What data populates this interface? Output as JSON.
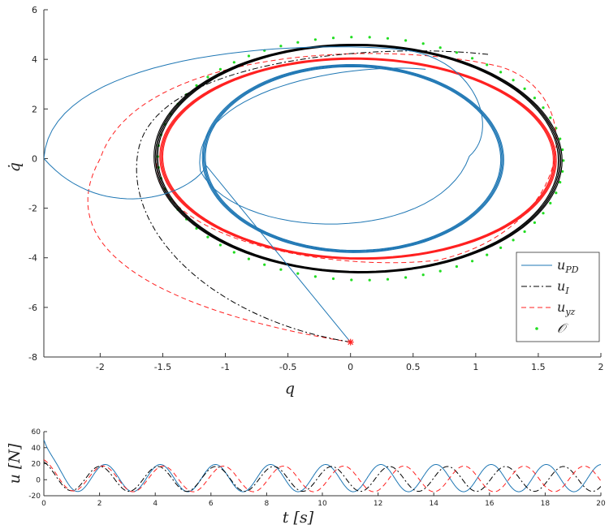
{
  "chart_data": [
    {
      "type": "line",
      "xlabel": "q",
      "ylabel": "q̇",
      "xlim": [
        -2.45,
        2.0
      ],
      "ylim": [
        -8,
        6
      ],
      "xticks": [
        -2,
        -1.5,
        -1,
        -0.5,
        0,
        0.5,
        1,
        1.5,
        2
      ],
      "yticks": [
        -8,
        -6,
        -4,
        -2,
        0,
        2,
        4,
        6
      ],
      "grid": false,
      "legend_position": "bottom-right",
      "start_point": {
        "x": 0,
        "y": -7.4,
        "marker": "asterisk",
        "color": "#ff2020"
      },
      "series": [
        {
          "name": "u",
          "sub": "PD",
          "color": "#1f77b4",
          "style": "solid"
        },
        {
          "name": "u",
          "sub": "I",
          "color": "#000000",
          "style": "dashdot"
        },
        {
          "name": "u",
          "sub": "yz",
          "color": "#ff2020",
          "style": "dashed"
        },
        {
          "name": "𝒪",
          "sub": "",
          "color": "#22dd22",
          "style": "dotted"
        }
      ]
    },
    {
      "type": "line",
      "xlabel": "t [s]",
      "ylabel": "u [N]",
      "xlim": [
        0,
        20
      ],
      "ylim": [
        -20,
        60
      ],
      "xticks": [
        0,
        2,
        4,
        6,
        8,
        10,
        12,
        14,
        16,
        18,
        20
      ],
      "yticks": [
        -20,
        0,
        20,
        40,
        60
      ],
      "grid": false,
      "series_colors": [
        "#1f77b4",
        "#000000",
        "#ff2020"
      ]
    }
  ]
}
